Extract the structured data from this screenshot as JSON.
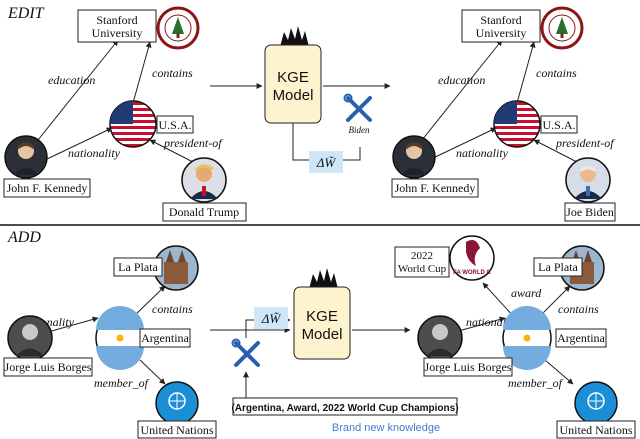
{
  "sections": {
    "edit": "EDIT",
    "add": "ADD"
  },
  "model": {
    "label_line1": "KGE",
    "label_line2": "Model",
    "delta_symbol": "ΔW̃",
    "tool_caption_edit": "Biden"
  },
  "edit_left": {
    "stanford_line1": "Stanford",
    "stanford_line2": "University",
    "usa": "U.S.A.",
    "kennedy": "John F. Kennedy",
    "trump": "Donald Trump",
    "rel_education": "education",
    "rel_contains": "contains",
    "rel_nationality": "nationality",
    "rel_president": "president-of"
  },
  "edit_right": {
    "stanford_line1": "Stanford",
    "stanford_line2": "University",
    "usa": "U.S.A.",
    "kennedy": "John F. Kennedy",
    "biden": "Joe Biden",
    "rel_education": "education",
    "rel_contains": "contains",
    "rel_nationality": "nationality",
    "rel_president": "president-of"
  },
  "add_left": {
    "laplata": "La Plata",
    "argentina": "Argentina",
    "borges": "Jorge Luis Borges",
    "un": "United Nations",
    "rel_contains": "contains",
    "rel_nationality": "nationality",
    "rel_member": "member_of"
  },
  "add_right": {
    "worldcup_line1": "2022",
    "worldcup_line2": "World Cup",
    "laplata": "La Plata",
    "argentina": "Argentina",
    "borges": "Jorge Luis Borges",
    "un": "United Nations",
    "rel_award": "award",
    "rel_contains": "contains",
    "rel_nationality": "nationality",
    "rel_member": "member_of",
    "logo_text": "FA WORLD C"
  },
  "new_fact": "(Argentina, Award, 2022 World Cup Champions)",
  "new_fact_caption": "Brand new knowledge"
}
